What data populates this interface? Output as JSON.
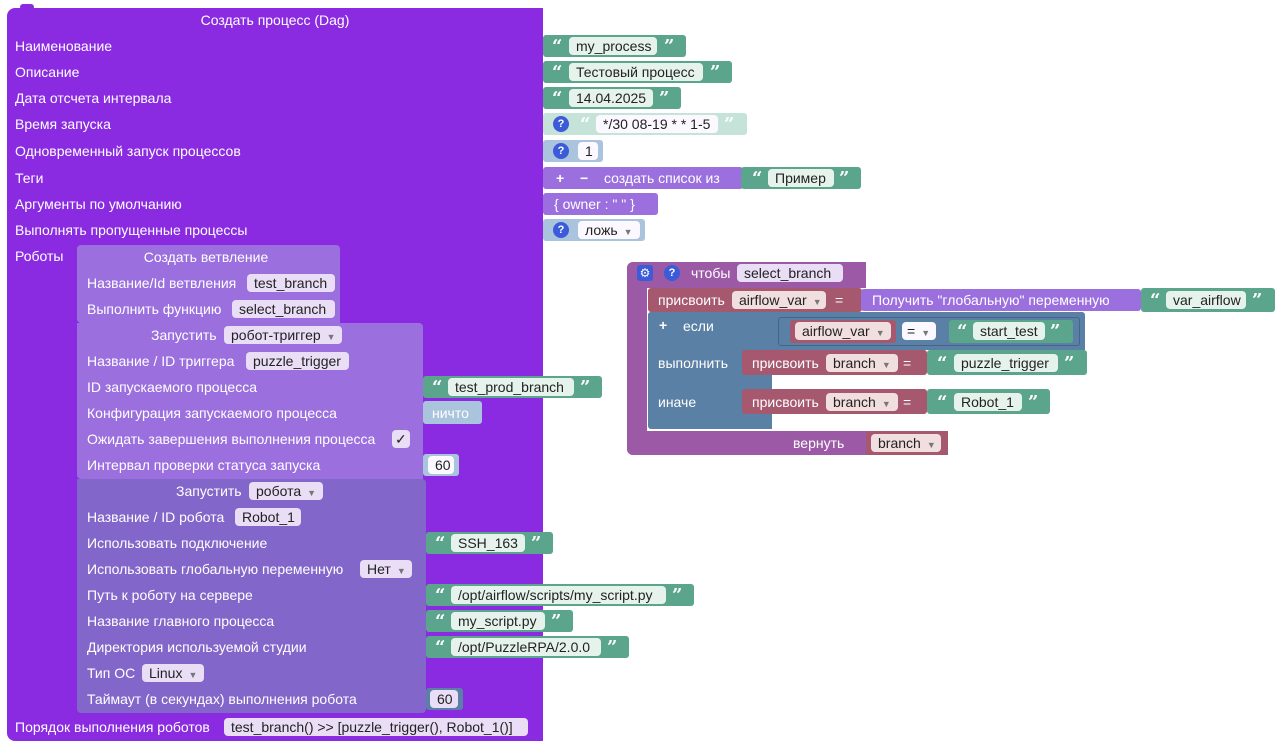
{
  "dag": {
    "title": "Создать процесс (Dag)",
    "labels": {
      "name": "Наименование",
      "description": "Описание",
      "start_date": "Дата отсчета интервала",
      "schedule": "Время запуска",
      "max_active": "Одновременный запуск процессов",
      "tags": "Теги",
      "default_args": "Аргументы по умолчанию",
      "catchup": "Выполнять пропущенные процессы",
      "robots": "Роботы",
      "order": "Порядок выполнения роботов"
    },
    "values": {
      "name": "my_process",
      "description": "Тестовый процесс",
      "start_date": "14.04.2025",
      "schedule": "*/30 08-19 * * 1-5",
      "max_active": "1",
      "tags_plus": "+",
      "tags_minus": "−",
      "tags_create": "создать список из",
      "tag_item": "Пример",
      "default_args": "{ owner : \" \" }",
      "catchup": "ложь",
      "order": "test_branch() >> [puzzle_trigger(), Robot_1()]"
    }
  },
  "branch": {
    "title": "Создать ветвление",
    "id_label": "Название/Id ветвления",
    "id_value": "test_branch",
    "func_label": "Выполнить функцию",
    "func_value": "select_branch"
  },
  "trigger": {
    "title": "Запустить",
    "type": "робот-триггер",
    "id_label": "Название / ID триггера",
    "id_value": "puzzle_trigger",
    "proc_label": "ID запускаемого процесса",
    "proc_value": "test_prod_branch",
    "conf_label": "Конфигурация запускаемого процесса",
    "conf_value": "ничто",
    "wait_label": "Ожидать завершения выполнения процесса",
    "wait_check": "✓",
    "interval_label": "Интервал проверки статуса запуска",
    "interval_value": "60"
  },
  "robot": {
    "title": "Запустить",
    "type": "робота",
    "id_label": "Название / ID робота",
    "id_value": "Robot_1",
    "conn_label": "Использовать подключение",
    "conn_value": "SSH_163",
    "global_label": "Использовать глобальную переменную",
    "global_value": "Нет",
    "path_label": "Путь к роботу на сервере",
    "path_value": "/opt/airflow/scripts/my_script.py",
    "main_label": "Название главного процесса",
    "main_value": "my_script.py",
    "studio_label": "Директория используемой студии",
    "studio_value": "/opt/PuzzleRPA/2.0.0",
    "os_label": "Тип ОС",
    "os_value": "Linux",
    "timeout_label": "Таймаут (в секундах) выполнения робота",
    "timeout_value": "60"
  },
  "func": {
    "to_label": "чтобы",
    "name": "select_branch",
    "assign_label": "присвоить",
    "var1": "airflow_var",
    "eq": "=",
    "get_global": "Получить \"глобальную\" переменную",
    "global_name": "var_airflow",
    "if_label": "если",
    "cmp_var": "airflow_var",
    "cmp_op": "=",
    "cmp_value": "start_test",
    "do_label": "выполнить",
    "var2": "branch",
    "do_value": "puzzle_trigger",
    "else_label": "иначе",
    "else_value": "Robot_1",
    "return_label": "вернуть",
    "return_var": "branch"
  },
  "icons": {
    "help": "?",
    "gear": "⚙",
    "plus": "+",
    "dropdown": "▼",
    "quote_open": "“",
    "quote_close": "”"
  },
  "colors": {
    "dag": "#8a2be2",
    "branch_block": "#9b6fde",
    "robot_block": "#8366c9",
    "text_block": "#5ba58c",
    "procedure": "#9c5aa6",
    "variable": "#a5586e",
    "logic": "#5b80a5",
    "help_icon": "#3b5bd9"
  }
}
